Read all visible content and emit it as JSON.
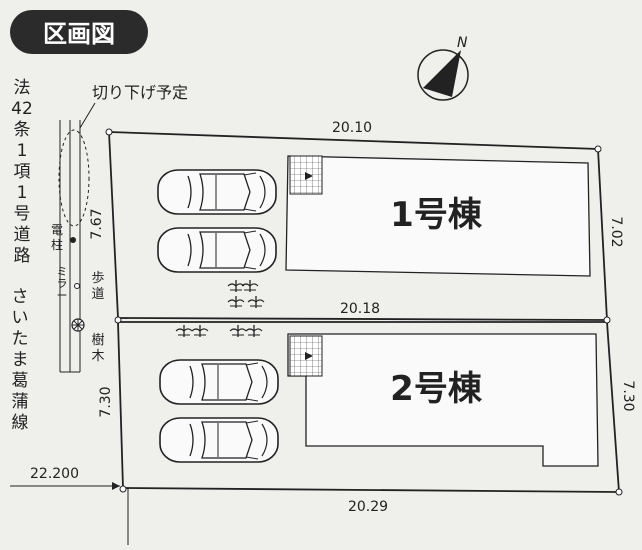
{
  "title": "区画図",
  "north_label": "N",
  "road": {
    "name_chars": [
      "法",
      "42",
      "条",
      "1",
      "項",
      "1",
      "号",
      "道",
      "路"
    ],
    "cut_label": "切り下げ予定",
    "pole_chars": [
      "電",
      "柱"
    ],
    "mirror_chars": [
      "ミ",
      "ラ",
      "ー"
    ],
    "sidewalk_chars": [
      "歩",
      "道"
    ],
    "tree_chars": [
      "樹",
      "木"
    ],
    "line_chars": [
      "さ",
      "い",
      "た",
      "ま",
      "葛",
      "蒲",
      "線"
    ],
    "road_width": "22.200"
  },
  "lot1": {
    "label": "1号棟",
    "top": "20.10",
    "right": "7.02",
    "left": "7.67",
    "middle": "20.18"
  },
  "lot2": {
    "label": "2号棟",
    "right": "7.30",
    "left": "7.30",
    "bottom": "20.29"
  },
  "colors": {
    "ink": "#222222",
    "title_bg": "#2b2b2b",
    "paper": "#efefec"
  }
}
